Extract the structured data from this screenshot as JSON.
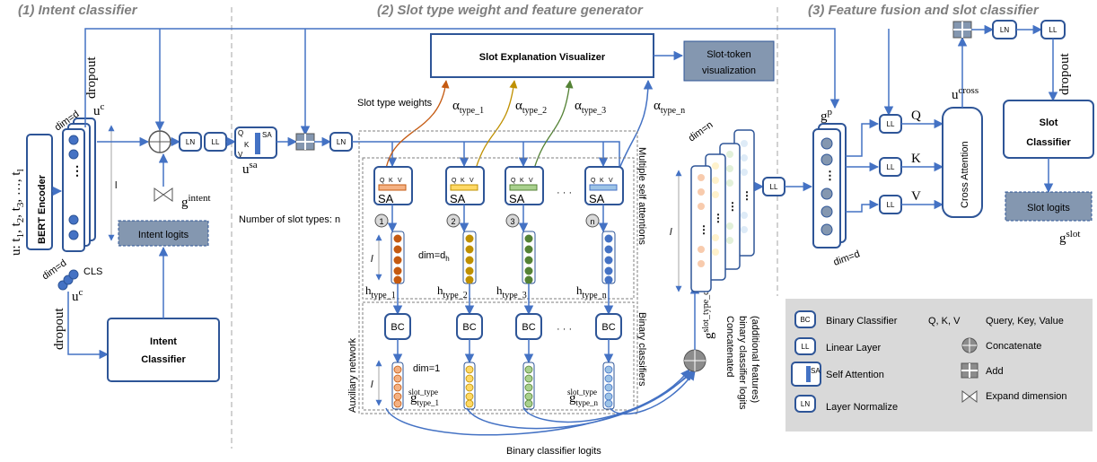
{
  "sections": [
    "(1) Intent classifier",
    "(2) Slot type weight and feature generator",
    "(3) Feature fusion and slot classifier"
  ],
  "left": {
    "input": "u: t",
    "input_subs": [
      "1",
      "2",
      "3",
      "l"
    ],
    "bert": "BERT Encoder",
    "uc": "u",
    "uc_sup": "c",
    "dim_d": "dim=d",
    "l": "l",
    "dropout": "dropout",
    "cls": "CLS",
    "intent_logits": "Intent logits",
    "intent_classifier": [
      "Intent",
      "Classifier"
    ],
    "g_intent": "g",
    "g_intent_sup": "intent",
    "ln": "LN",
    "ll": "LL",
    "usa": "u",
    "usa_sup": "sa"
  },
  "middle": {
    "visualizer": "Slot Explanation Visualizer",
    "slot_token_viz": [
      "Slot-token",
      "visualization"
    ],
    "slot_type_weights": "Slot type weights",
    "alphas": [
      {
        "sym": "α",
        "sub": "type_1"
      },
      {
        "sym": "α",
        "sub": "type_2"
      },
      {
        "sym": "α",
        "sub": "type_3"
      },
      {
        "sym": "α",
        "sub": "type_n"
      }
    ],
    "num_slot_types": "Number of slot types: n",
    "sa": "SA",
    "qkv": [
      "Q",
      "K",
      "V"
    ],
    "circled": [
      "1",
      "2",
      "3",
      "n"
    ],
    "h": [
      {
        "sym": "h",
        "sub": "type_1"
      },
      {
        "sym": "h",
        "sub": "type_2"
      },
      {
        "sym": "h",
        "sub": "type_3"
      },
      {
        "sym": "h",
        "sub": "type_n"
      }
    ],
    "dim_dh": "dim=d",
    "dim_dh_sub": "h",
    "dim_1": "dim=1",
    "bc": "BC",
    "g_slot_type_1": {
      "sym": "g",
      "sup": "slot_type",
      "sub": "type_1"
    },
    "g_slot_type_n": {
      "sym": "g",
      "sup": "slot_type",
      "sub": "type_n"
    },
    "multi_sa": "Multiple self attentions",
    "binary_classifiers": "Binary classifiers",
    "aux_network": "Auxiliary network",
    "bc_logits": "Binary classifier logits",
    "dots": "· · ·",
    "dim_n": "dim=n",
    "g_slot_type_c": "g",
    "g_slot_type_c_sup": "slot_type_c",
    "concat_text": [
      "Concatenated",
      "binary classifier logits",
      "(additional features)"
    ]
  },
  "right": {
    "gp": "g",
    "gp_sup": "p",
    "dim_d": "dim=d",
    "q": "Q",
    "k": "K",
    "v": "V",
    "cross_attention": "Cross Attention",
    "ucross": "u",
    "ucross_sup": "cross",
    "slot_classifier": [
      "Slot",
      "Classifier"
    ],
    "slot_logits": "Slot logits",
    "g_slot": "g",
    "g_slot_sup": "slot"
  },
  "legend": [
    {
      "icon": "BC",
      "text": "Binary Classifier"
    },
    {
      "icon": "LL",
      "text": "Linear Layer"
    },
    {
      "icon": "SA",
      "text": "Self Attention"
    },
    {
      "icon": "LN",
      "text": "Layer Normalize"
    },
    {
      "icon": "QKV",
      "text": "Q, K, V"
    },
    {
      "icon": "QKV",
      "text": "Query, Key, Value"
    },
    {
      "icon": "concat",
      "text": "Concatenate"
    },
    {
      "icon": "add",
      "text": "Add"
    },
    {
      "icon": "expand",
      "text": "Expand dimension"
    }
  ],
  "colors": {
    "accent": "#4472c4",
    "box_border": "#2e5597",
    "gray_box": "#8497b0",
    "legend_bg": "#d9d9d9",
    "type_1": "#c55a11",
    "type_2": "#bf9000",
    "type_3": "#548235",
    "type_n": "#4472c4"
  }
}
